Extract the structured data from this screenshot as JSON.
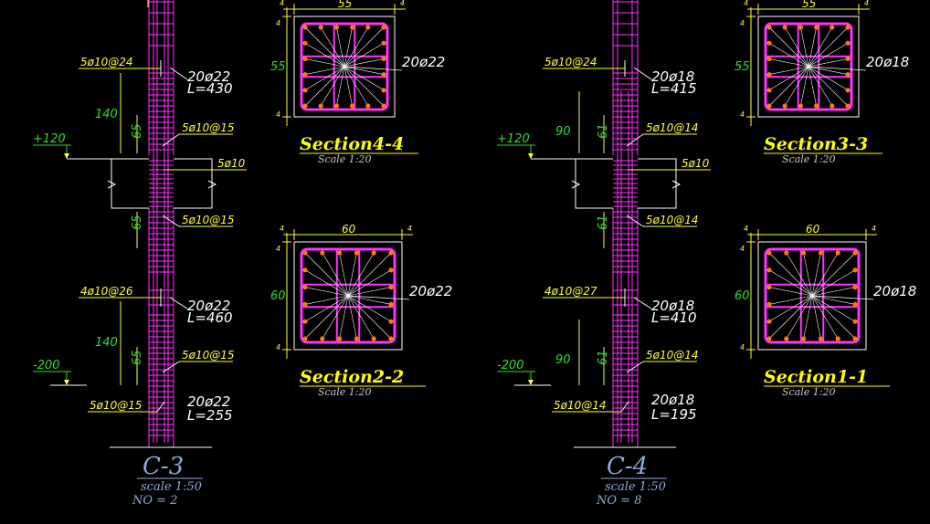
{
  "colors": {
    "background": "#000000",
    "column": "#ff33ff",
    "rebar_dots": "#ff7a00",
    "ties": "#ff33ff",
    "dim_lines": "#ffff33",
    "leader_white": "#ffffff",
    "green_text": "#33dd33",
    "title_blue": "#8faadc"
  },
  "left_elevation": {
    "title": "C-3",
    "scale": "scale  1:50",
    "count": "NO  =  2",
    "level_top": "+120",
    "level_bottom": "-200",
    "dim_140_top": "140",
    "dim_65_top": "65",
    "dim_65_mid": "65",
    "dim_140_bot": "140",
    "dim_65_bot": "65",
    "tie_top": "5ø10@24",
    "bars_top": "20ø22",
    "length_top": "L=430",
    "tie_a": "5ø10@15",
    "tie_b": "5ø10",
    "tie_c": "5ø10@15",
    "tie_mid": "4ø10@26",
    "bars_mid": "20ø22",
    "length_mid": "L=460",
    "tie_d": "5ø10@15",
    "tie_e": "5ø10@15",
    "bars_bot": "20ø22",
    "length_bot": "L=255"
  },
  "right_elevation": {
    "title": "C-4",
    "scale": "scale  1:50",
    "count": "NO  =  8",
    "level_top": "+120",
    "level_bottom": "-200",
    "dim_90_top": "90",
    "dim_61_top": "61",
    "dim_61_mid": "61",
    "dim_90_bot": "90",
    "dim_61_bot": "61",
    "tie_top": "5ø10@24",
    "bars_top": "20ø18",
    "length_top": "L=415",
    "tie_a": "5ø10@14",
    "tie_b": "5ø10",
    "tie_c": "5ø10@14",
    "tie_mid": "4ø10@27",
    "bars_mid": "20ø18",
    "length_mid": "L=410",
    "tie_d": "5ø10@14",
    "tie_e": "5ø10@14",
    "bars_bot": "20ø18",
    "length_bot": "L=195"
  },
  "sections": {
    "s44": {
      "title": "Section4-4",
      "scale": "Scale  1:20",
      "width": "55",
      "height": "55",
      "edge": "4",
      "bars": "20ø22"
    },
    "s22": {
      "title": "Section2-2",
      "scale": "Scale  1:20",
      "width": "60",
      "height": "60",
      "edge": "4",
      "bars": "20ø22"
    },
    "s33": {
      "title": "Section3-3",
      "scale": "Scale  1:20",
      "width": "55",
      "height": "55",
      "edge": "4",
      "bars": "20ø18"
    },
    "s11": {
      "title": "Section1-1",
      "scale": "Scale  1:20",
      "width": "60",
      "height": "60",
      "edge": "4",
      "bars": "20ø18"
    }
  }
}
